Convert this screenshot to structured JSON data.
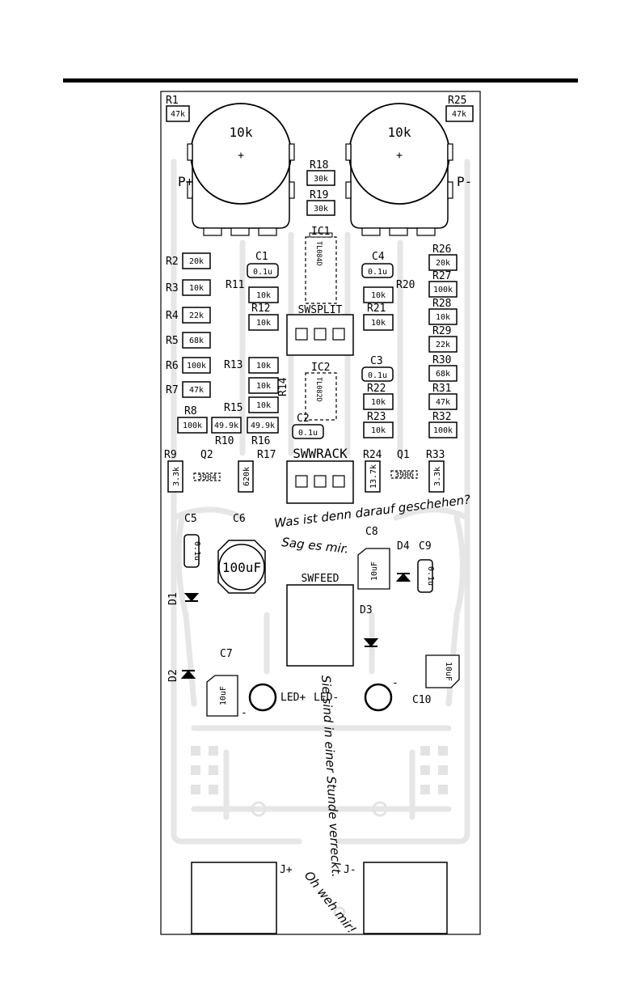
{
  "pots": [
    {
      "ref": "P+",
      "value": "10k"
    },
    {
      "ref": "P-",
      "value": "10k"
    }
  ],
  "resistors": [
    {
      "ref": "R1",
      "value": "47k"
    },
    {
      "ref": "R25",
      "value": "47k"
    },
    {
      "ref": "R18",
      "value": "30k"
    },
    {
      "ref": "R19",
      "value": "30k"
    },
    {
      "ref": "R2",
      "value": "20k"
    },
    {
      "ref": "R3",
      "value": "10k"
    },
    {
      "ref": "R4",
      "value": "22k"
    },
    {
      "ref": "R5",
      "value": "68k"
    },
    {
      "ref": "R6",
      "value": "100k"
    },
    {
      "ref": "R7",
      "value": "47k"
    },
    {
      "ref": "R8",
      "value": "100k"
    },
    {
      "ref": "R10",
      "value": "49.9k"
    },
    {
      "ref": "R11",
      "value": "10k"
    },
    {
      "ref": "R12",
      "value": "10k"
    },
    {
      "ref": "R13",
      "value": "10k"
    },
    {
      "ref": "R14",
      "value": "10k"
    },
    {
      "ref": "R15",
      "value": "10k"
    },
    {
      "ref": "R16",
      "value": "49.9k"
    },
    {
      "ref": "R20",
      "value": "10k"
    },
    {
      "ref": "R21",
      "value": "10k"
    },
    {
      "ref": "R22",
      "value": "10k"
    },
    {
      "ref": "R23",
      "value": "10k"
    },
    {
      "ref": "R26",
      "value": "20k"
    },
    {
      "ref": "R27",
      "value": "100k"
    },
    {
      "ref": "R28",
      "value": "10k"
    },
    {
      "ref": "R29",
      "value": "22k"
    },
    {
      "ref": "R30",
      "value": "68k"
    },
    {
      "ref": "R31",
      "value": "47k"
    },
    {
      "ref": "R32",
      "value": "100k"
    },
    {
      "ref": "R9",
      "value": "3.3k"
    },
    {
      "ref": "R17",
      "value": "620k"
    },
    {
      "ref": "R24",
      "value": "13.7k"
    },
    {
      "ref": "R33",
      "value": "3.3k"
    }
  ],
  "capacitors": [
    {
      "ref": "C1",
      "value": "0.1u"
    },
    {
      "ref": "C4",
      "value": "0.1u"
    },
    {
      "ref": "C3",
      "value": "0.1u"
    },
    {
      "ref": "C2",
      "value": "0.1u"
    },
    {
      "ref": "C5",
      "value": "0.1u"
    },
    {
      "ref": "C6",
      "value": "100uF"
    },
    {
      "ref": "C8",
      "value": "10uF"
    },
    {
      "ref": "C9",
      "value": "0.1u"
    },
    {
      "ref": "C7",
      "value": "10uF"
    },
    {
      "ref": "C10",
      "value": "10uF"
    }
  ],
  "ics": [
    {
      "ref": "IC1",
      "value": "TL084D"
    },
    {
      "ref": "IC2",
      "value": "TL082D"
    }
  ],
  "transistors": [
    {
      "ref": "Q2",
      "value": "3904"
    },
    {
      "ref": "Q1",
      "value": "3906"
    }
  ],
  "switches": [
    {
      "ref": "SWSPLIT"
    },
    {
      "ref": "SWWRACK"
    },
    {
      "ref": "SWFEED"
    }
  ],
  "diodes": [
    "D1",
    "D2",
    "D3",
    "D4"
  ],
  "leds": [
    {
      "ref": "LED+",
      "polarity": "-"
    },
    {
      "ref": "LED-",
      "polarity": "-"
    }
  ],
  "jacks": [
    "J+",
    "J-"
  ],
  "polarity": {
    "c7": "-",
    "pot": "+"
  },
  "annotations": {
    "line1": "Was ist denn darauf geschehen?",
    "line2": "Sag es mir.",
    "line3": "Sie sind in einer Stunde verreckt.",
    "line4": "Oh weh mir!"
  },
  "colors": {
    "ink": "#000000",
    "ghost": "#e3e3e3",
    "paper": "#ffffff"
  }
}
